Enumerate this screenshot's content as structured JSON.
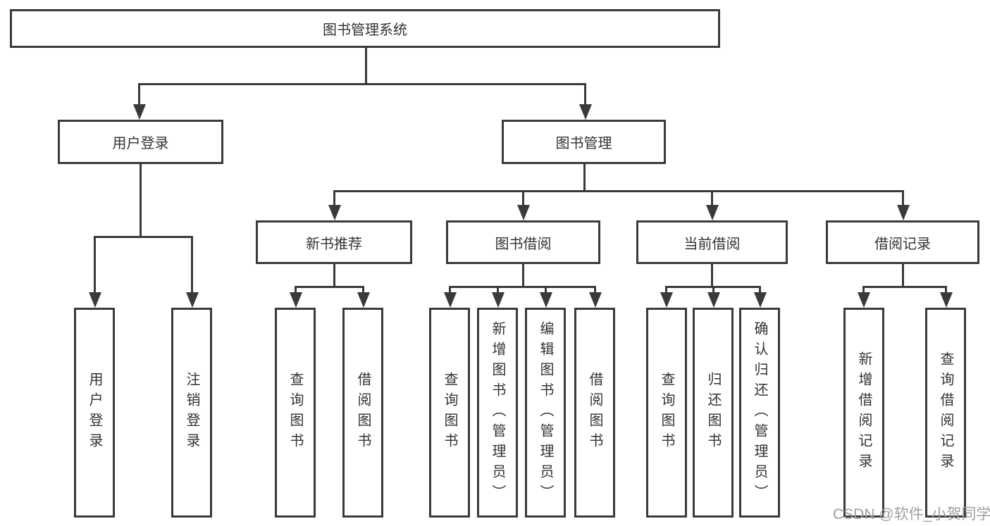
{
  "root": {
    "label": "图书管理系统"
  },
  "branches": [
    {
      "label": "用户登录",
      "children": [
        {
          "label": "用户登录"
        },
        {
          "label": "注销登录"
        }
      ]
    },
    {
      "label": "图书管理",
      "groups": [
        {
          "label": "新书推荐",
          "children": [
            {
              "label": "查询图书"
            },
            {
              "label": "借阅图书"
            }
          ]
        },
        {
          "label": "图书借阅",
          "children": [
            {
              "label": "查询图书"
            },
            {
              "label": "新增图书（管理员）"
            },
            {
              "label": "编辑图书（管理员）"
            },
            {
              "label": "借阅图书"
            }
          ]
        },
        {
          "label": "当前借阅",
          "children": [
            {
              "label": "查询图书"
            },
            {
              "label": "归还图书"
            },
            {
              "label": "确认归还（管理员）"
            }
          ]
        },
        {
          "label": "借阅记录",
          "children": [
            {
              "label": "新增借阅记录"
            },
            {
              "label": "查询借阅记录"
            }
          ]
        }
      ]
    }
  ],
  "watermark": {
    "text": "CSDN @软件_小贺同学"
  },
  "colors": {
    "line": "#3a3a3a",
    "text": "#333333",
    "background": "#ffffff",
    "watermark": "#a0a0a0"
  }
}
